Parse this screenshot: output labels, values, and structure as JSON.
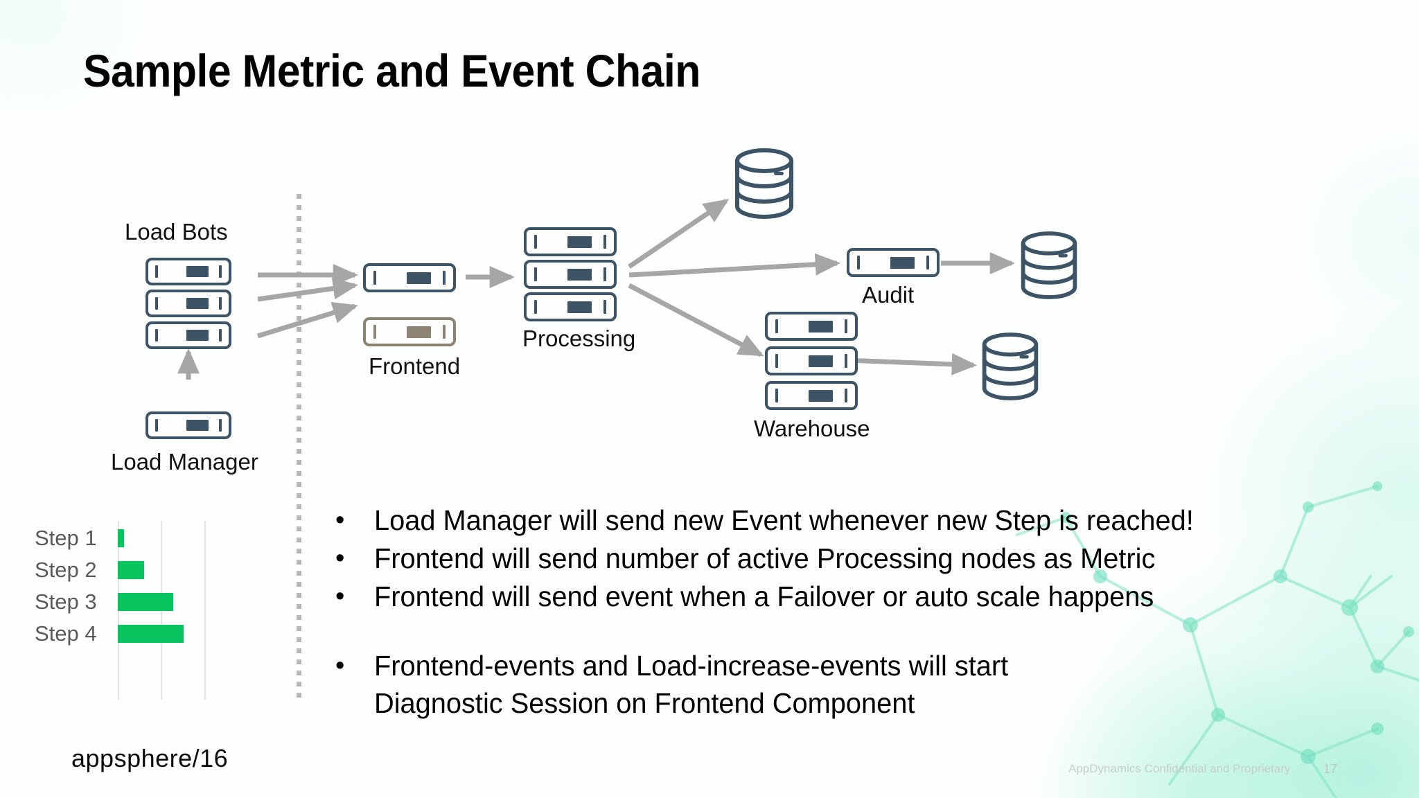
{
  "slide": {
    "title": "Sample Metric and Event Chain",
    "accent_green": "#07c45f",
    "node_color": "#3d5467",
    "frontend_color": "#8d8373",
    "arrow_color": "#a6a6a6"
  },
  "diagram": {
    "nodes": [
      {
        "id": "load-bots",
        "label": "Load Bots",
        "count": 3,
        "color": "#3d5467",
        "label_pos": "top"
      },
      {
        "id": "load-manager",
        "label": "Load Manager",
        "count": 1,
        "color": "#3d5467",
        "label_pos": "bottom"
      },
      {
        "id": "frontend-top",
        "label": "",
        "count": 1,
        "color": "#3d5467",
        "label_pos": "none"
      },
      {
        "id": "frontend",
        "label": "Frontend",
        "count": 1,
        "color": "#8d8373",
        "label_pos": "bottom"
      },
      {
        "id": "processing",
        "label": "Processing",
        "count": 3,
        "color": "#3d5467",
        "label_pos": "bottom"
      },
      {
        "id": "audit",
        "label": "Audit",
        "count": 1,
        "color": "#3d5467",
        "label_pos": "bottom"
      },
      {
        "id": "warehouse",
        "label": "Warehouse",
        "count": 3,
        "color": "#3d5467",
        "label_pos": "bottom"
      }
    ],
    "databases": [
      {
        "id": "db-top",
        "label": ""
      },
      {
        "id": "db-audit",
        "label": ""
      },
      {
        "id": "db-warehouse",
        "label": ""
      }
    ]
  },
  "chart_data": {
    "type": "bar",
    "orientation": "horizontal",
    "title": "",
    "categories": [
      "Step 1",
      "Step 2",
      "Step 3",
      "Step 4"
    ],
    "values": [
      5,
      25,
      52,
      62
    ],
    "xlabel": "",
    "ylabel": "",
    "xlim": [
      0,
      81
    ],
    "grid": true,
    "gridlines": [
      0,
      40,
      81
    ],
    "series_color": "#07c45f",
    "legend": "none"
  },
  "bullets": [
    {
      "marker": "•",
      "text": "Load Manager will send new Event whenever new Step is reached!",
      "spaced": false
    },
    {
      "marker": "•",
      "text": "Frontend will send number of active Processing nodes as Metric",
      "spaced": false
    },
    {
      "marker": "•",
      "text": "Frontend will send event when a Failover or auto scale happens",
      "spaced": false
    },
    {
      "marker": "•",
      "text": "Frontend-events and Load-increase-events will start\nDiagnostic Session on Frontend Component",
      "spaced": true
    }
  ],
  "footer": {
    "logo": "appsphere/16",
    "confidential": "AppDynamics Confidential and Proprietary",
    "page_number": "17"
  }
}
